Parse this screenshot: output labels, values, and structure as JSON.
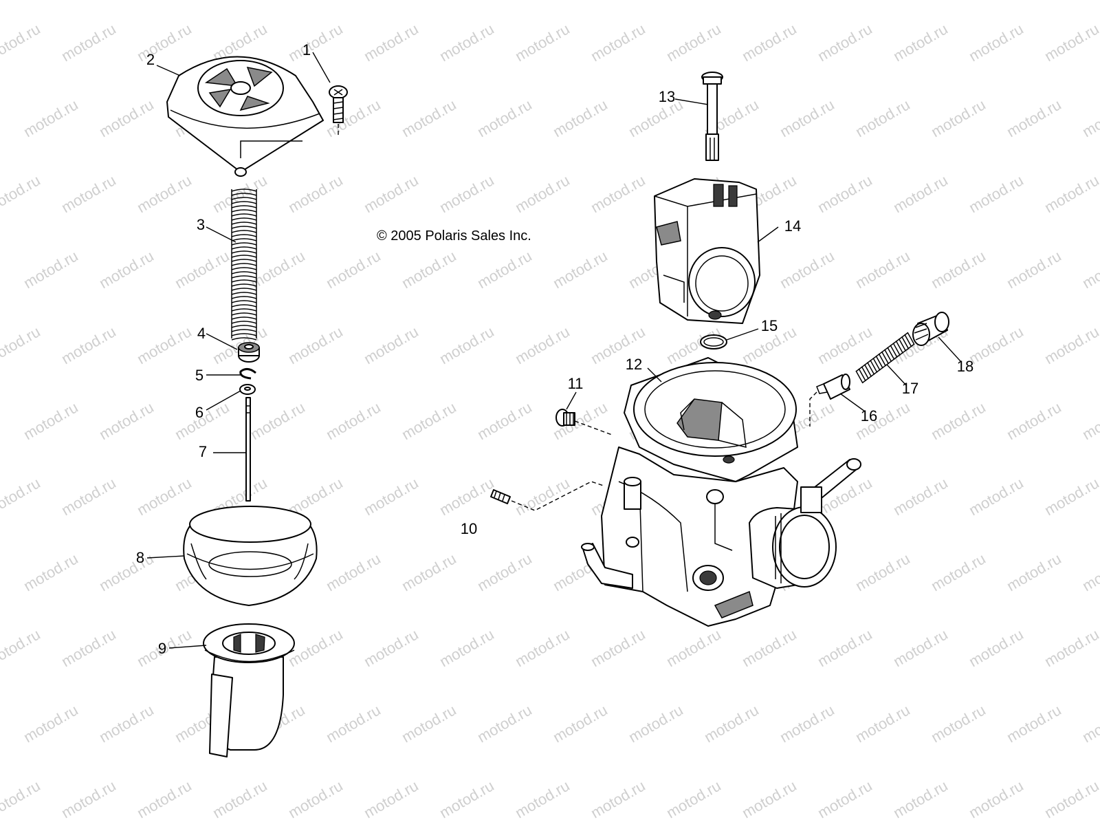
{
  "copyright": "© 2005 Polaris Sales Inc.",
  "watermark": "motod.ru",
  "callouts": {
    "c1": "1",
    "c2": "2",
    "c3": "3",
    "c4": "4",
    "c5": "5",
    "c6": "6",
    "c7": "7",
    "c8": "8",
    "c9": "9",
    "c10": "10",
    "c11": "11",
    "c12": "12",
    "c13": "13",
    "c14": "14",
    "c15": "15",
    "c16": "16",
    "c17": "17",
    "c18": "18"
  },
  "colors": {
    "line": "#000000",
    "watermark": "#cfcfcf",
    "background": "#ffffff"
  }
}
